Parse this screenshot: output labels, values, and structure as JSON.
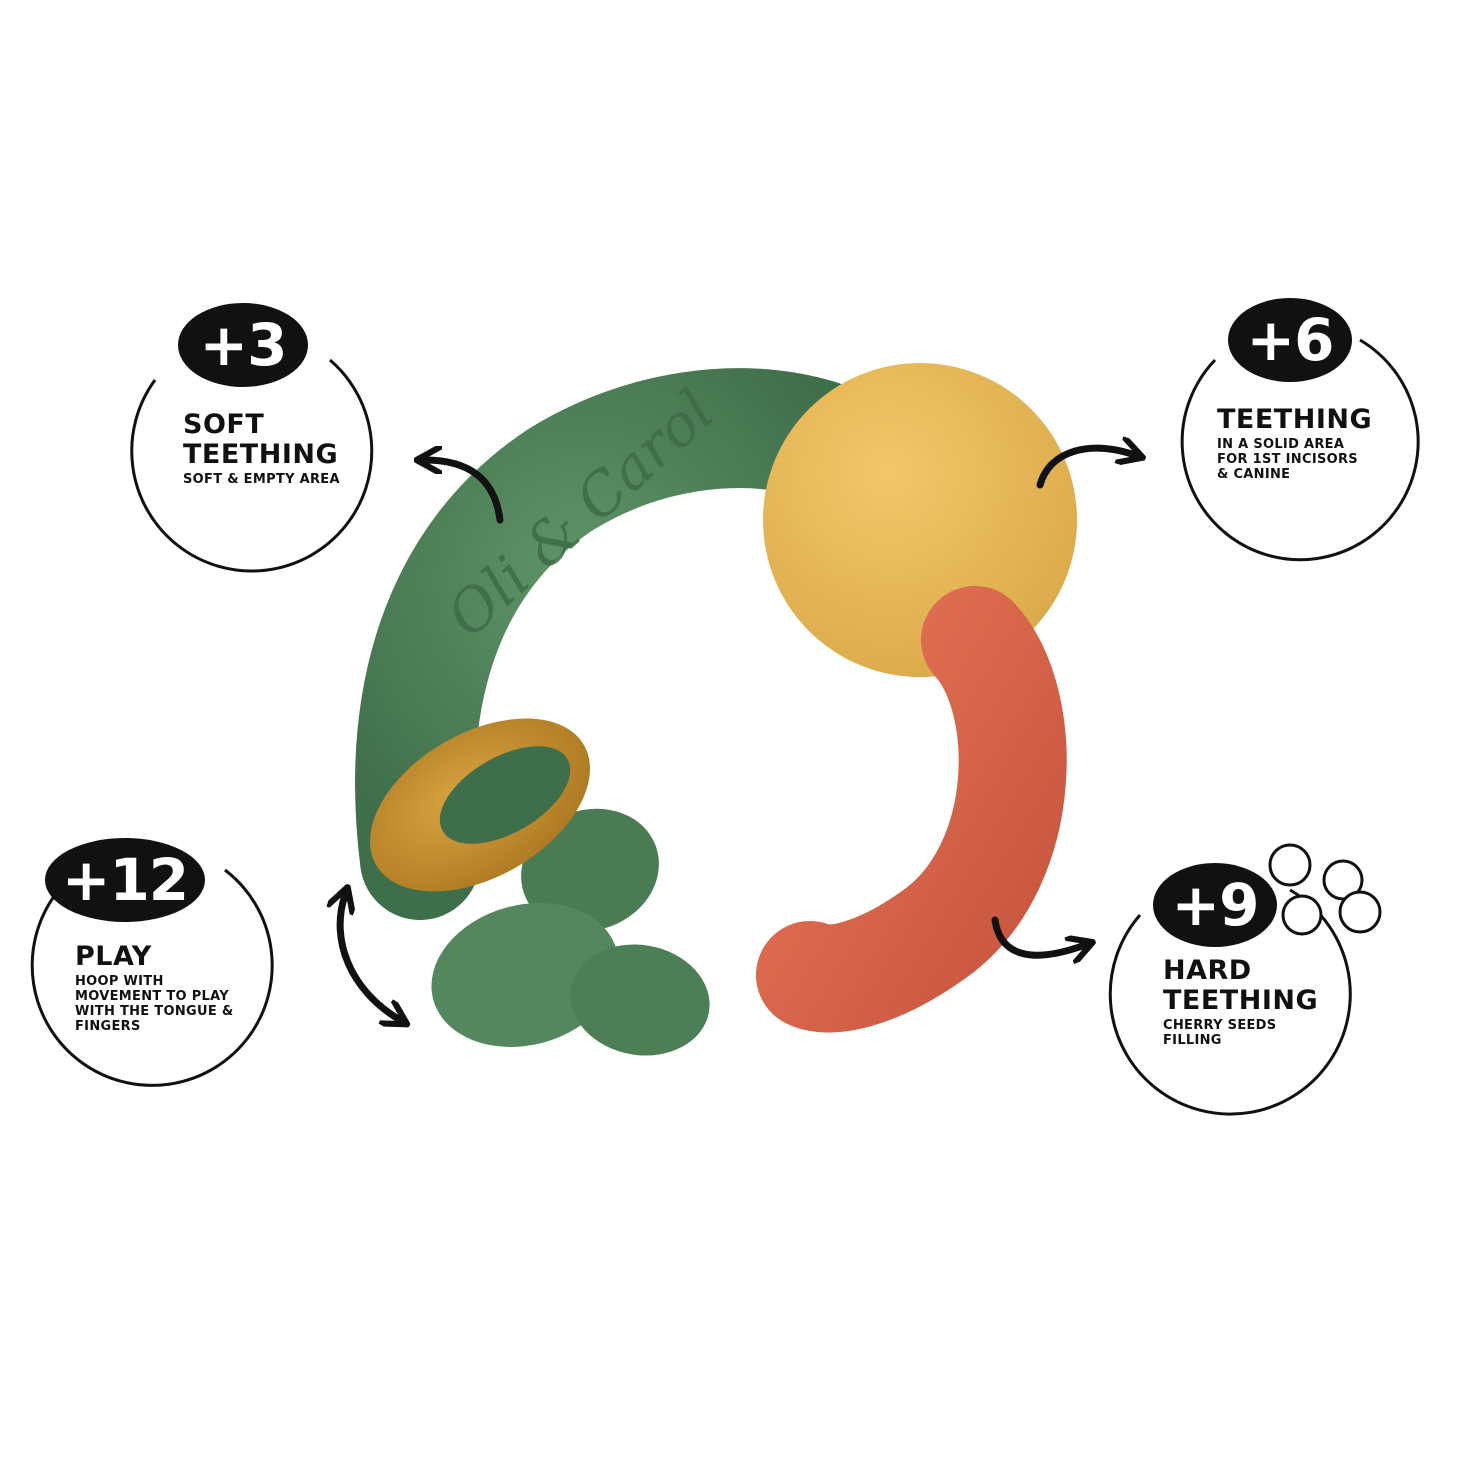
{
  "brand": "Oli & Carol",
  "colors": {
    "green": "#4d7f57",
    "yellow": "#e8b959",
    "orange": "#d8654a",
    "amber": "#c08a2c",
    "ink": "#111111"
  },
  "callouts": [
    {
      "age": "+3",
      "title": "SOFT\nTEETHING",
      "desc": "SOFT & EMPTY AREA"
    },
    {
      "age": "+6",
      "title": "TEETHING",
      "desc": "IN A SOLID AREA\nFOR 1ST INCISORS\n& CANINE"
    },
    {
      "age": "+12",
      "title": "PLAY",
      "desc": "HOOP WITH\nMOVEMENT TO PLAY\nWITH THE TONGUE &\nFINGERS"
    },
    {
      "age": "+9",
      "title": "HARD\nTEETHING",
      "desc": "CHERRY SEEDS\nFILLING"
    }
  ]
}
